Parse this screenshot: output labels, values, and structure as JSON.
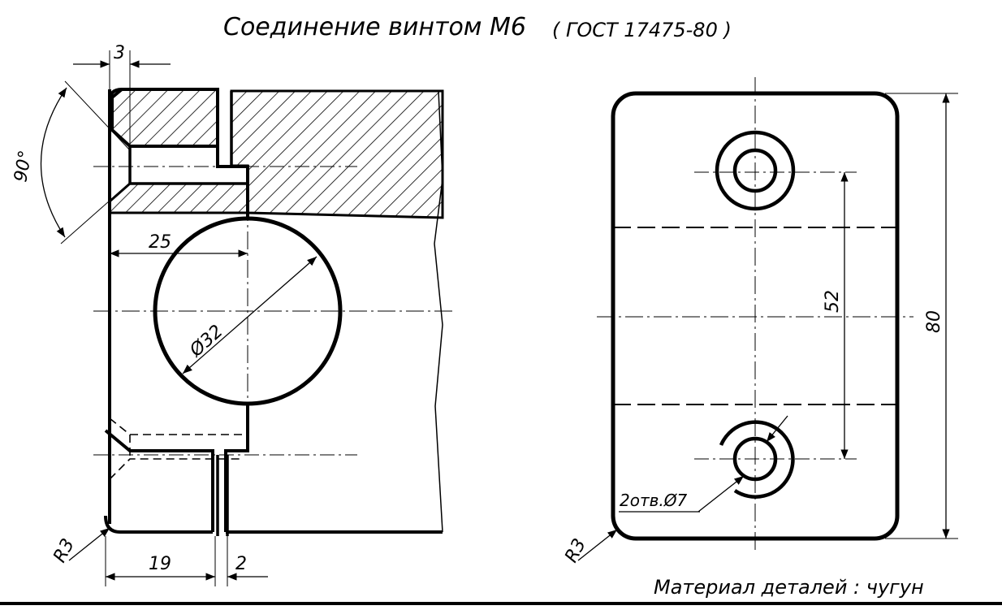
{
  "drawing": {
    "title": "Соединение винтом М6",
    "standard": "( ГОСТ 17475-80 )",
    "material_note": "Материал деталей : чугун"
  },
  "dimensions": {
    "chamfer_gap": "3",
    "angle": "90°",
    "width_to_axis": "25",
    "bore_diameter": "Ø32",
    "slot_offset": "19",
    "slot_width": "2",
    "radius_left": "R3",
    "radius_right": "R3",
    "hole_spacing": "52",
    "height": "80",
    "holes_note": "2отв.Ø7"
  }
}
